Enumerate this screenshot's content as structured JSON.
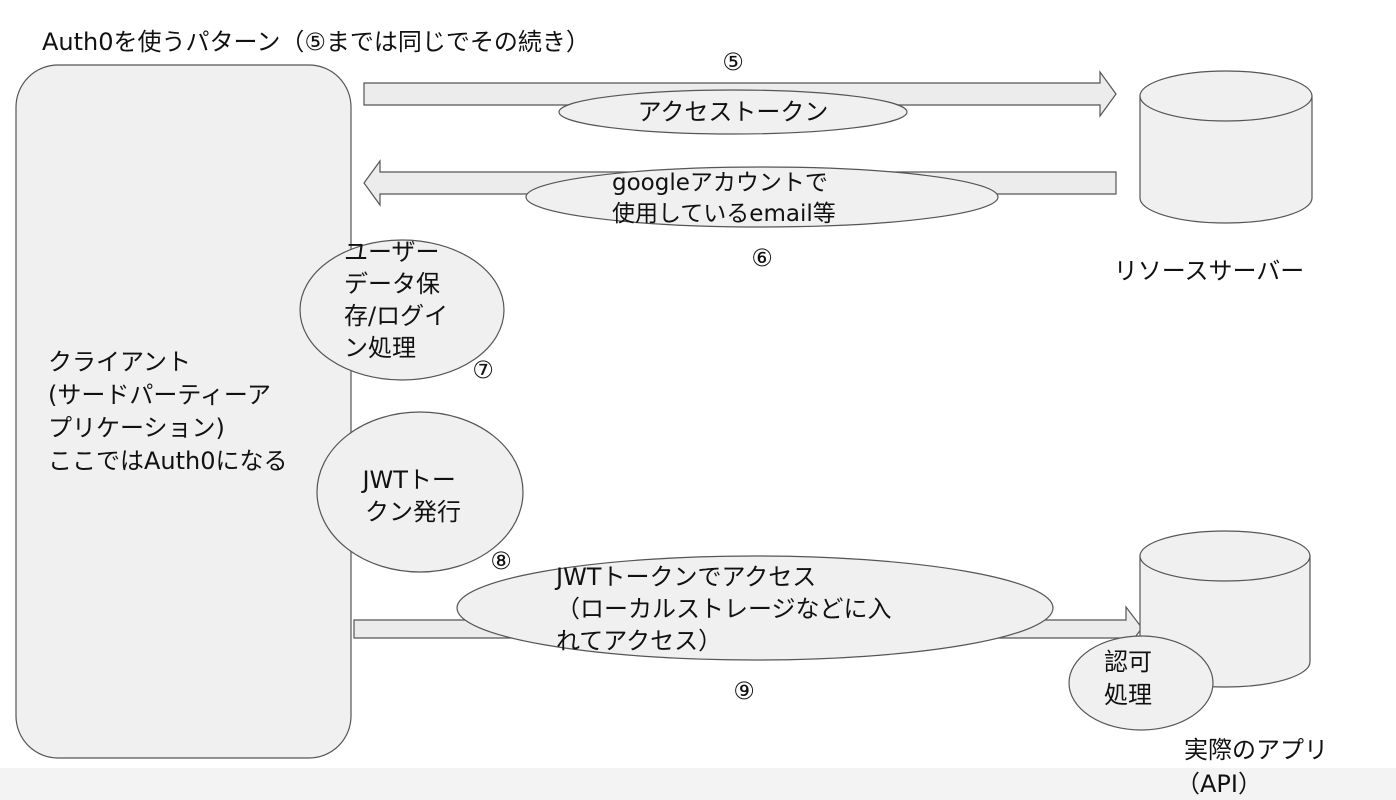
{
  "title": "Auth0を使うパターン（⑤までは同じでその続き）",
  "client": {
    "lines": [
      "クライアント",
      "(サードパーティーア",
      "プリケーション)",
      "ここではAuth0になる"
    ]
  },
  "resource_server": {
    "label": "リソースサーバー"
  },
  "api_server": {
    "lines": [
      "実際のアプリ",
      "（API）"
    ]
  },
  "steps": {
    "step5": {
      "number": "⑤",
      "lines": [
        "アクセストークン"
      ]
    },
    "step6": {
      "number": "⑥",
      "lines": [
        "googleアカウントで",
        "使用しているemail等"
      ]
    },
    "step7": {
      "number": "⑦",
      "lines": [
        "ユーザー",
        "データ保",
        "存/ログイ",
        "ン処理"
      ]
    },
    "step8": {
      "number": "⑧",
      "lines": [
        "JWTトー",
        "クン発行"
      ]
    },
    "step9": {
      "number": "⑨",
      "lines": [
        "JWTトークンでアクセス",
        "（ローカルストレージなどに入",
        "れてアクセス）"
      ]
    },
    "authorize": {
      "lines": [
        "認可",
        "処理"
      ]
    }
  }
}
